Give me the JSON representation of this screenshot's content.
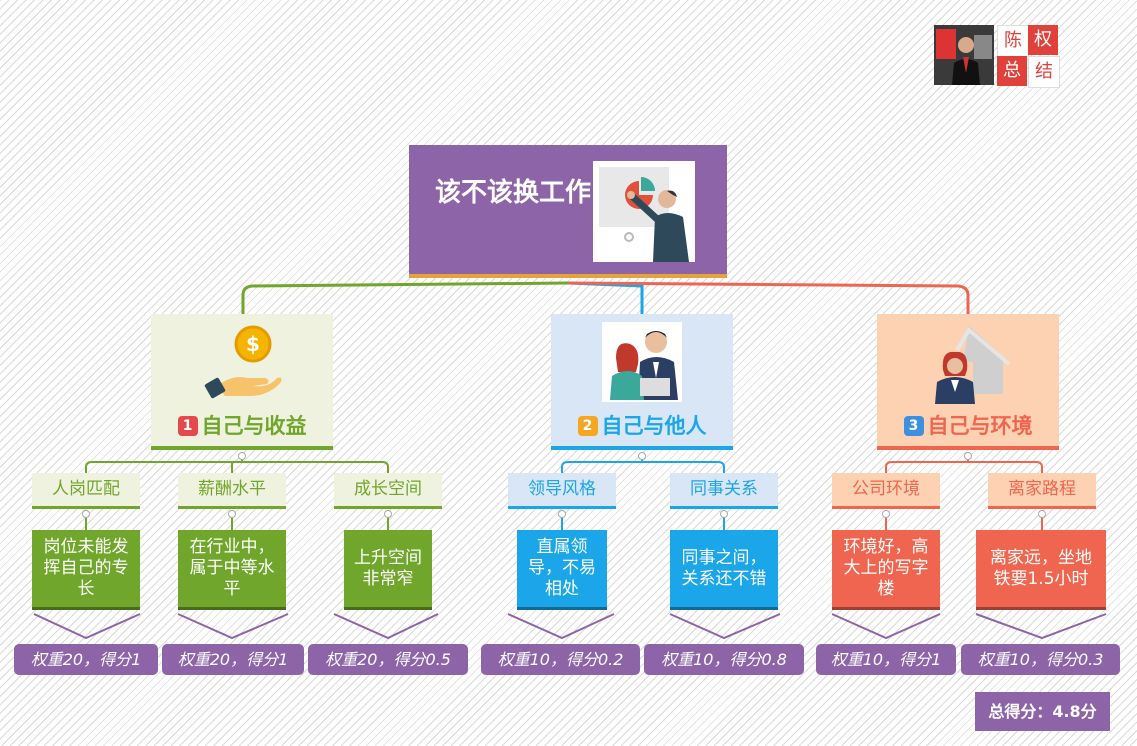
{
  "root": {
    "title": "该不该换工作",
    "image_icon": "presentation-chart-icon"
  },
  "logo": {
    "chars": [
      "陈",
      "权",
      "总",
      "结"
    ],
    "photo_icon": "presenter-photo"
  },
  "colors": {
    "purple": "#8e64a8",
    "green": "#70a62b",
    "blue": "#1aa6e8",
    "orange": "#f0654f"
  },
  "branches": [
    {
      "num": "1",
      "title": "自己与收益",
      "icon": "money-hand-icon",
      "subs": [
        {
          "label": "人岗匹配",
          "leaf": "岗位未能发挥自己的专长",
          "weight": "权重20，得分1"
        },
        {
          "label": "薪酬水平",
          "leaf": "在行业中，属于中等水平",
          "weight": "权重20，得分1"
        },
        {
          "label": "成长空间",
          "leaf": "上升空间非常窄",
          "weight": "权重20，得分0.5"
        }
      ]
    },
    {
      "num": "2",
      "title": "自己与他人",
      "icon": "colleagues-icon",
      "subs": [
        {
          "label": "领导风格",
          "leaf": "直属领导，不易相处",
          "weight": "权重10，得分0.2"
        },
        {
          "label": "同事关系",
          "leaf": "同事之间，关系还不错",
          "weight": "权重10，得分0.8"
        }
      ]
    },
    {
      "num": "3",
      "title": "自己与环境",
      "icon": "woman-house-icon",
      "subs": [
        {
          "label": "公司环境",
          "leaf": "环境好，高大上的写字楼",
          "weight": "权重10，得分1"
        },
        {
          "label": "离家路程",
          "leaf": "离家远，坐地铁要1.5小时",
          "weight": "权重10，得分0.3"
        }
      ]
    }
  ],
  "total": "总得分：4.8分"
}
